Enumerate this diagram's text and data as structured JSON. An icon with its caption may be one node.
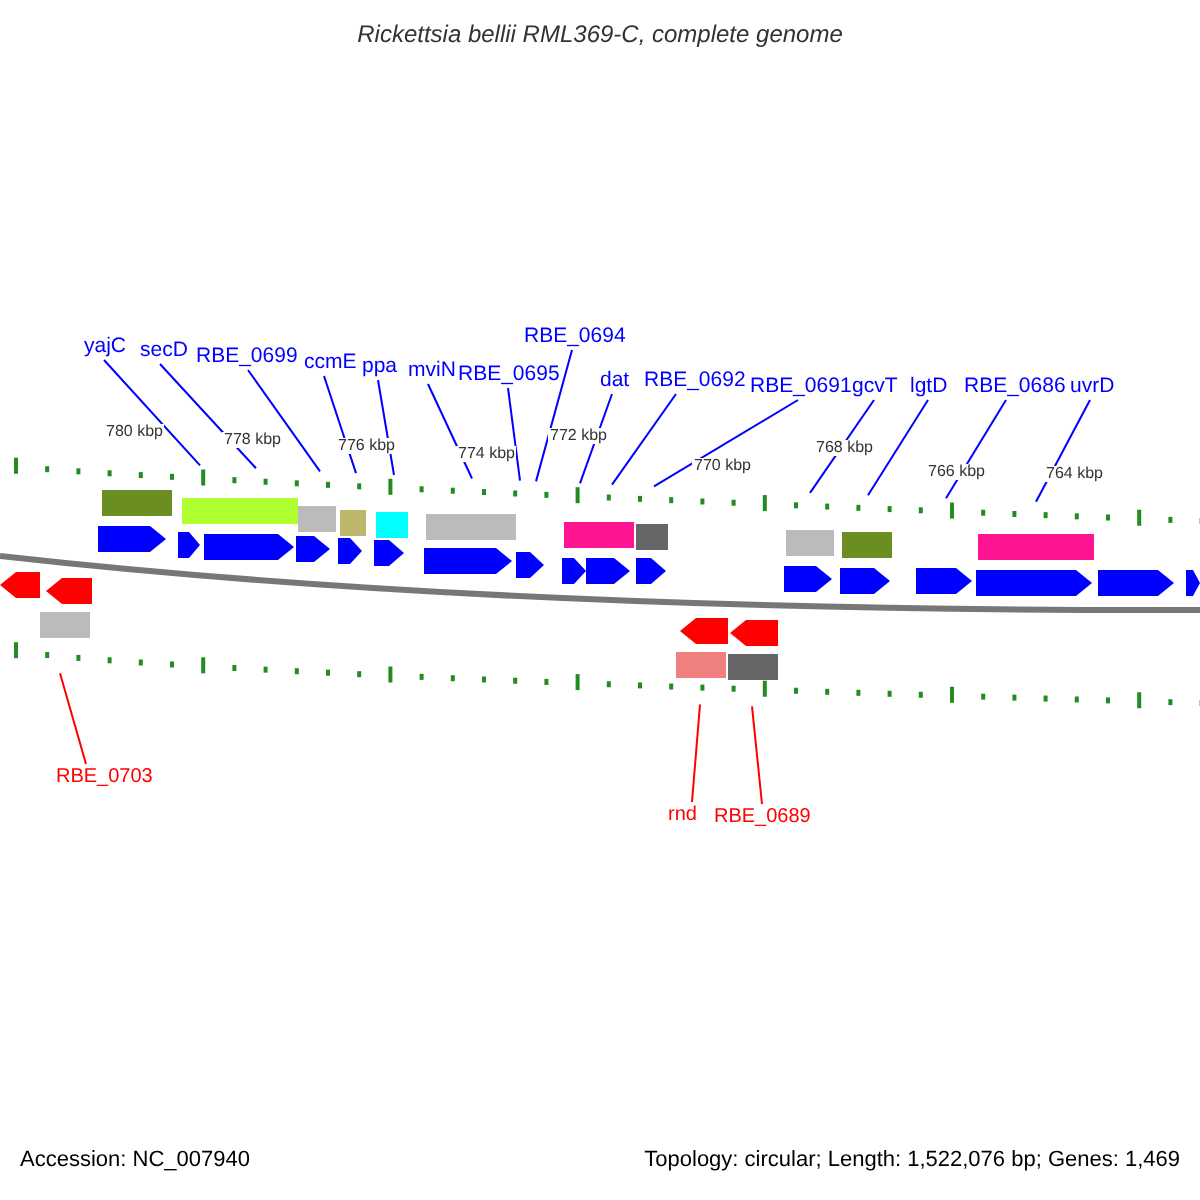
{
  "diagram": {
    "title": "Rickettsia bellii RML369-C, complete genome",
    "nodes": [
      {
        "text": [
          "yajC"
        ]
      },
      {
        "text": [
          "secD"
        ]
      },
      {
        "text": [
          "RBE_0699"
        ]
      },
      {
        "text": [
          "ccmE"
        ]
      },
      {
        "text": [
          "ppa"
        ]
      },
      {
        "text": [
          "mviN"
        ]
      },
      {
        "text": [
          "RBE_0695"
        ]
      },
      {
        "text": [
          "RBE_0694"
        ]
      },
      {
        "text": [
          "dat"
        ]
      },
      {
        "text": [
          "RBE_0692"
        ]
      },
      {
        "text": [
          "RBE_0691"
        ]
      },
      {
        "text": [
          "gcvT"
        ]
      },
      {
        "text": [
          "lgtD"
        ]
      },
      {
        "text": [
          "RBE_0686"
        ]
      },
      {
        "text": [
          "uvrD"
        ]
      },
      {
        "text": [
          "RBE_0703"
        ]
      },
      {
        "text": [
          "rnd"
        ]
      },
      {
        "text": [
          "RBE_0689"
        ]
      }
    ],
    "edges": [
      {
        "from": 0,
        "to": null,
        "arrow": "none"
      },
      {
        "from": 1,
        "to": null,
        "arrow": "none"
      },
      {
        "from": 2,
        "to": null,
        "arrow": "none"
      },
      {
        "from": 3,
        "to": null,
        "arrow": "none"
      },
      {
        "from": 4,
        "to": null,
        "arrow": "none"
      },
      {
        "from": 5,
        "to": null,
        "arrow": "none"
      },
      {
        "from": 6,
        "to": null,
        "arrow": "none"
      },
      {
        "from": 7,
        "to": null,
        "arrow": "none"
      },
      {
        "from": 8,
        "to": null,
        "arrow": "none"
      },
      {
        "from": 9,
        "to": null,
        "arrow": "none"
      },
      {
        "from": 10,
        "to": null,
        "arrow": "none"
      },
      {
        "from": 11,
        "to": null,
        "arrow": "none"
      },
      {
        "from": 12,
        "to": null,
        "arrow": "none"
      },
      {
        "from": 13,
        "to": null,
        "arrow": "none"
      },
      {
        "from": 14,
        "to": null,
        "arrow": "none"
      },
      {
        "from": 15,
        "to": null,
        "arrow": "none",
        "color": "#ff0000"
      },
      {
        "from": 16,
        "to": null,
        "arrow": "none",
        "color": "#ff0000"
      },
      {
        "from": 17,
        "to": null,
        "arrow": "none",
        "color": "#ff0000"
      }
    ],
    "labels": [
      "780 kbp",
      "778 kbp",
      "776 kbp",
      "774 kbp",
      "772 kbp",
      "770 kbp",
      "768 kbp",
      "766 kbp",
      "764 kbp",
      "Accession: NC_007940",
      "Topology: circular; Length: 1,522,076 bp; Genes: 1,469"
    ]
  }
}
